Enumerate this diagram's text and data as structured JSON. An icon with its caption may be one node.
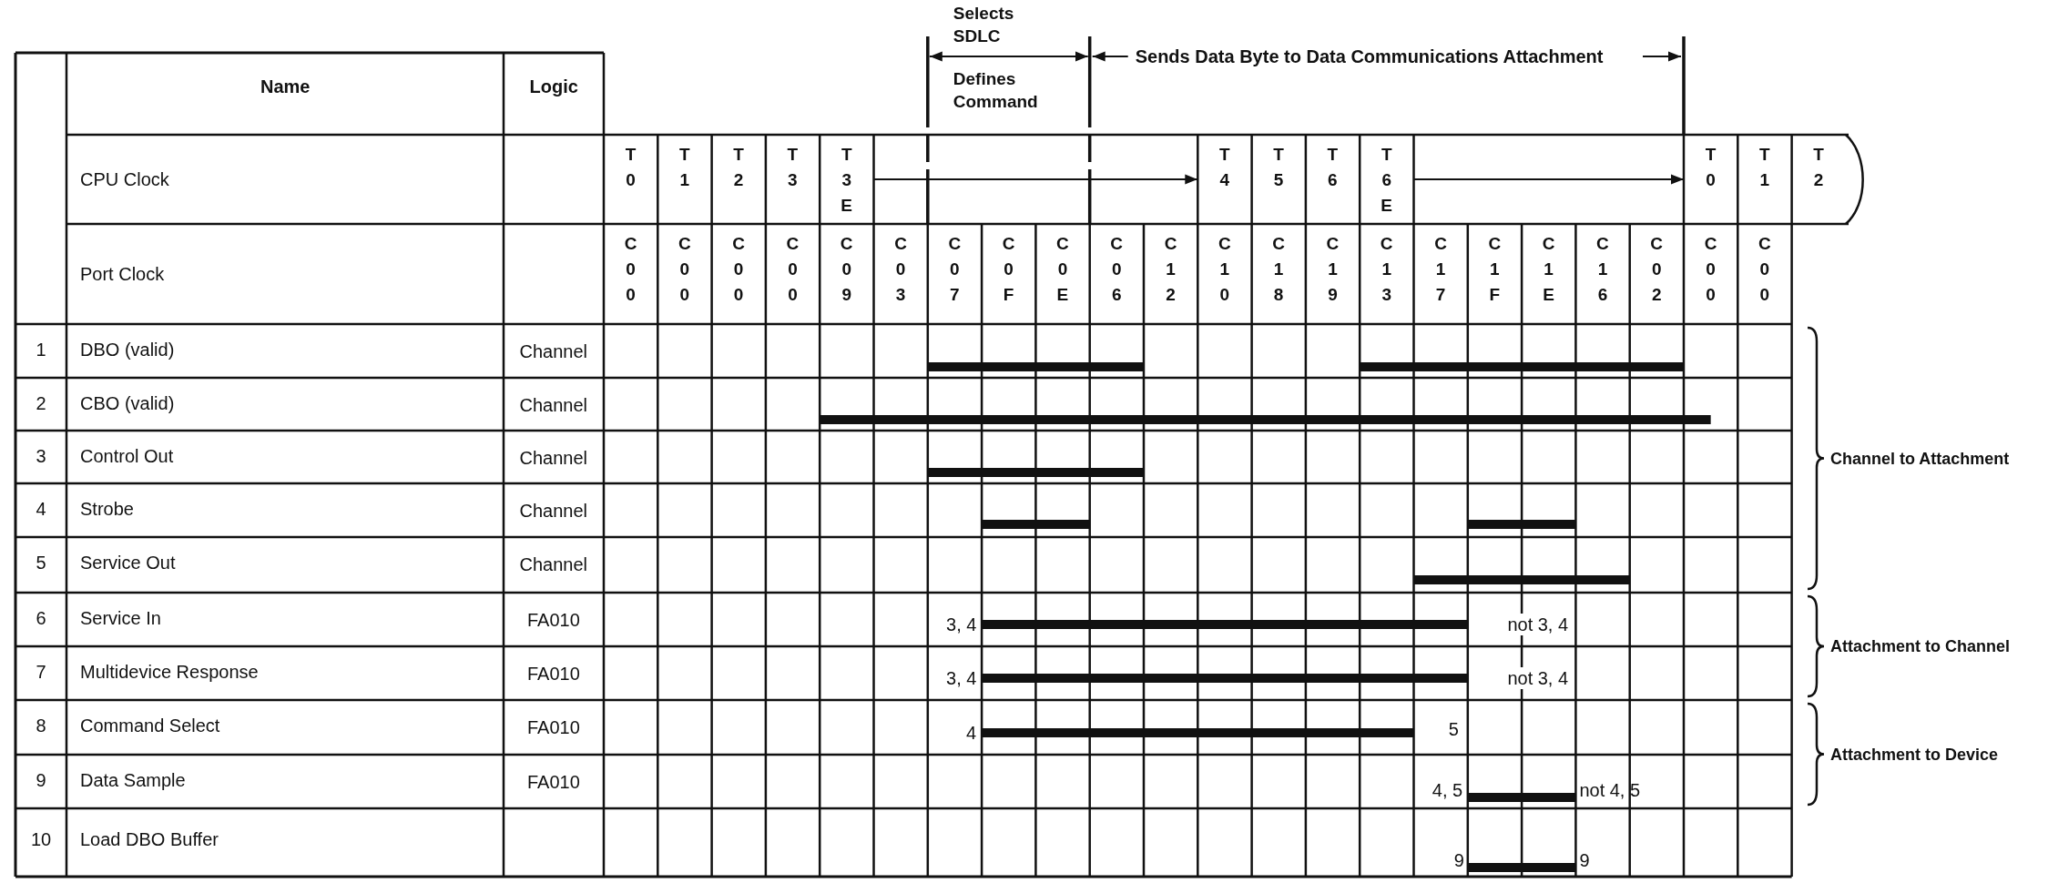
{
  "diagram": {
    "labels": [
      "Selects SDLC",
      "Defines Command",
      "Sends Data Byte to Data Communications Attachment",
      "Name",
      "Logic",
      "CPU Clock",
      "T0",
      "T1",
      "T2",
      "T3",
      "T3E",
      "T4",
      "T5",
      "T6",
      "T6E",
      "T0",
      "T1",
      "T2",
      "Port Clock",
      "C00",
      "C00",
      "C00",
      "C00",
      "C09",
      "C03",
      "C07",
      "C0F",
      "C0E",
      "C06",
      "C12",
      "C10",
      "C18",
      "C19",
      "C13",
      "C17",
      "C1F",
      "C1E",
      "C16",
      "C02",
      "C00",
      "C00",
      "1",
      "DBO (valid)",
      "Channel",
      "2",
      "CBO (valid)",
      "Channel",
      "3",
      "Control Out",
      "Channel",
      "4",
      "Strobe",
      "Channel",
      "5",
      "Service Out",
      "Channel",
      "6",
      "Service In",
      "FA010",
      "7",
      "Multidevice Response",
      "FA010",
      "8",
      "Command Select",
      "FA010",
      "9",
      "Data Sample",
      "FA010",
      "10",
      "Load DBO Buffer",
      "3, 4",
      "not 3, 4",
      "3, 4",
      "not 3, 4",
      "4",
      "5",
      "4, 5",
      "not 4, 5",
      "9",
      "9",
      "Channel to Attachment",
      "Attachment to Channel",
      "Attachment to Device"
    ]
  }
}
